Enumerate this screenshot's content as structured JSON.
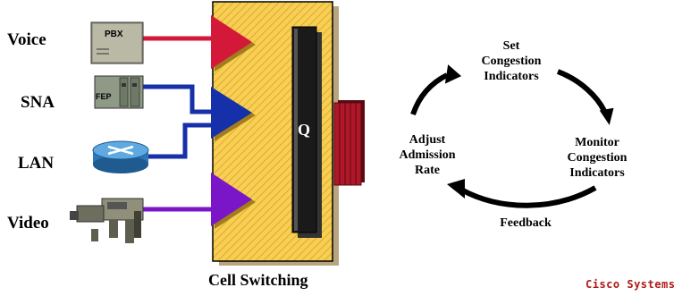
{
  "sources": {
    "voice": "Voice",
    "sna": "SNA",
    "lan": "LAN",
    "video": "Video"
  },
  "devices": {
    "pbx": "PBX",
    "fep": "FEP"
  },
  "queue_label": "Q",
  "caption": "Cell Switching",
  "loop": {
    "set": "Set\nCongestion\nIndicators",
    "monitor": "Monitor\nCongestion\nIndicators",
    "feedback": "Feedback",
    "adjust": "Adjust\nAdmission\nRate"
  },
  "logo": "Cisco Systems",
  "colors": {
    "voice": "#d4183a",
    "sna": "#1530a8",
    "lan": "#1530a8",
    "video": "#7a16c8",
    "switch": "#f5c842"
  }
}
